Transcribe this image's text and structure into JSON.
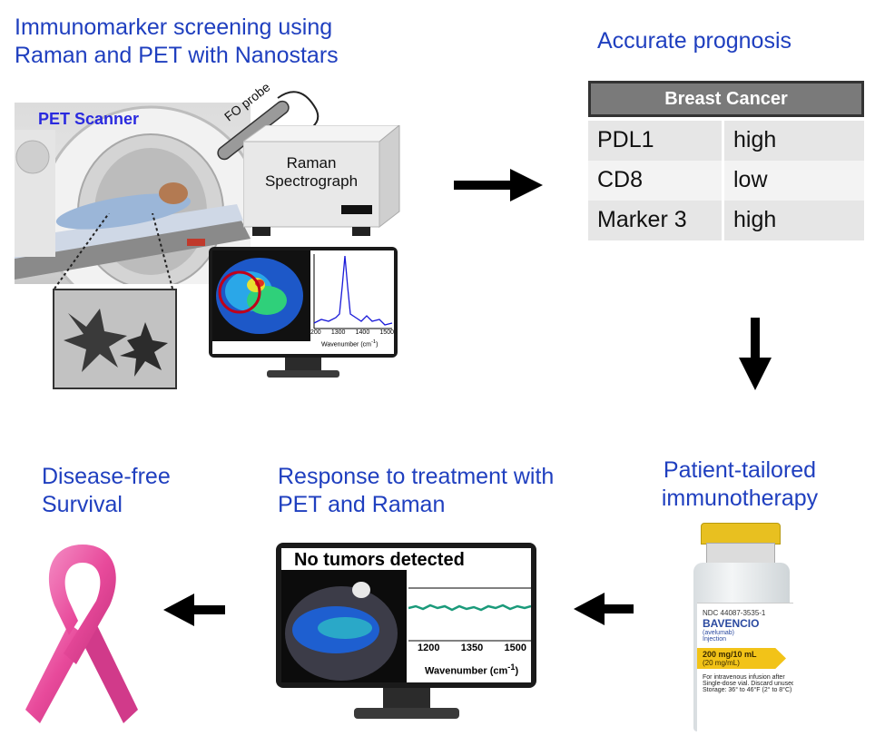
{
  "top_left": {
    "title_line1": "Immunomarker screening using",
    "title_line2": "Raman and PET with Nanostars",
    "pet_label": "PET Scanner",
    "probe_label": "FO probe",
    "spectrograph_line1": "Raman",
    "spectrograph_line2": "Spectrograph",
    "spectrum_ticks": [
      "200",
      "1300",
      "1400",
      "1500"
    ],
    "spectrum_xlabel": "Wavenumber (cm",
    "spectrum_xlabel_sup": "-1",
    "spectrum_xlabel_end": ")"
  },
  "top_right": {
    "title": "Accurate prognosis",
    "table_header": "Breast Cancer",
    "rows": [
      {
        "marker": "PDL1",
        "level": "high"
      },
      {
        "marker": "CD8",
        "level": "low"
      },
      {
        "marker": "Marker 3",
        "level": "high"
      }
    ]
  },
  "bottom_right": {
    "title_line1": "Patient-tailored",
    "title_line2": "immunotherapy",
    "vial": {
      "ndc": "NDC 44087-3535-1",
      "brand": "BAVENCIO",
      "generic": "(avelumab)",
      "form": "Injection",
      "dose1": "200 mg/10 mL",
      "dose2": "(20 mg/mL)",
      "info1": "For intravenous infusion after",
      "info2": "Single-dose vial. Discard unused",
      "info3": "Storage: 36° to 46°F (2° to 8°C)"
    }
  },
  "bottom_middle": {
    "title_line1": "Response to treatment with",
    "title_line2": "PET and Raman",
    "monitor_label": "No tumors detected",
    "ticks": [
      "1200",
      "1350",
      "1500"
    ],
    "xlabel": "Wavenumber (cm",
    "xlabel_sup": "-1",
    "xlabel_end": ")"
  },
  "bottom_left": {
    "title_line1": "Disease-free",
    "title_line2": "Survival"
  },
  "colors": {
    "title_blue": "#1f3fbf",
    "ribbon_pink": "#e84a9b"
  }
}
